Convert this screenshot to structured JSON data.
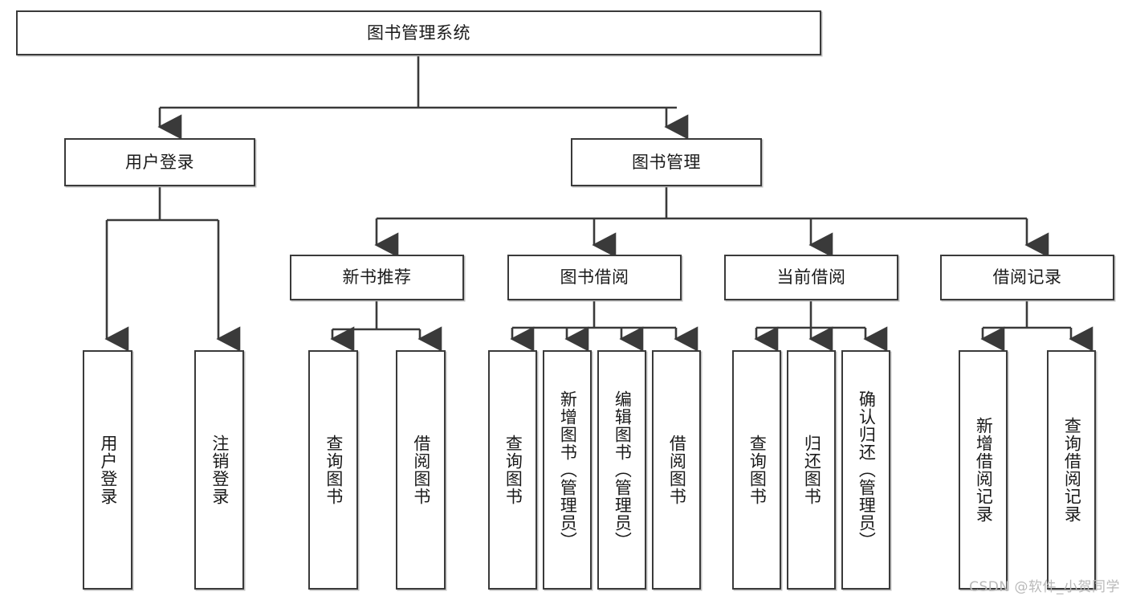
{
  "diagram": {
    "title": "图书管理系统",
    "watermark": "CSDN @软件_小贺同学",
    "accent_color": "#3a3a3a",
    "background_color": "#ffffff",
    "nodes": {
      "root": {
        "label": "图书管理系统"
      },
      "level2": [
        {
          "label": "用户登录"
        },
        {
          "label": "图书管理"
        }
      ],
      "level3": [
        {
          "label": "新书推荐"
        },
        {
          "label": "图书借阅"
        },
        {
          "label": "当前借阅"
        },
        {
          "label": "借阅记录"
        }
      ],
      "leaves": {
        "user_login": [
          {
            "label": "用户登录"
          },
          {
            "label": "注销登录"
          }
        ],
        "new_book_recommend": [
          {
            "label": "查询图书"
          },
          {
            "label": "借阅图书"
          }
        ],
        "book_borrow": [
          {
            "label": "查询图书"
          },
          {
            "label": "新增图书（管理员）"
          },
          {
            "label": "编辑图书（管理员）"
          },
          {
            "label": "借阅图书"
          }
        ],
        "current_borrow": [
          {
            "label": "查询图书"
          },
          {
            "label": "归还图书"
          },
          {
            "label": "确认归还（管理员）"
          }
        ],
        "borrow_record": [
          {
            "label": "新增借阅记录"
          },
          {
            "label": "查询借阅记录"
          }
        ]
      }
    }
  }
}
